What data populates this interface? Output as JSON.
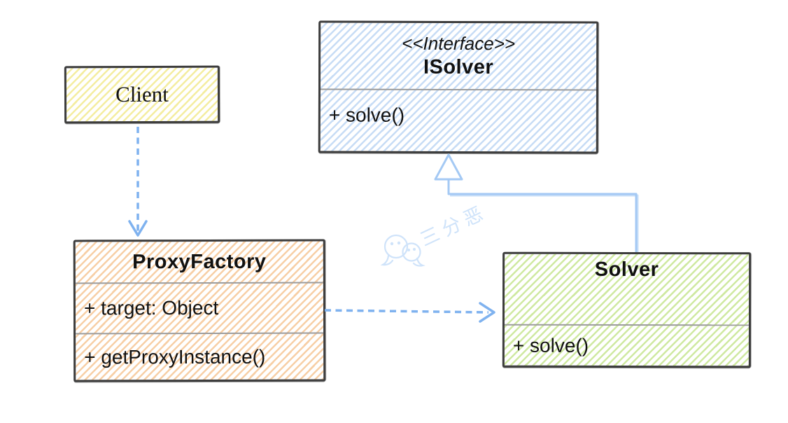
{
  "classes": {
    "client": {
      "name": "Client"
    },
    "isolver": {
      "stereotype": "<<Interface>>",
      "name": "ISolver",
      "methods": [
        "+ solve()"
      ]
    },
    "proxy_factory": {
      "name": "ProxyFactory",
      "attributes": [
        "+ target: Object"
      ],
      "methods": [
        "+ getProxyInstance()"
      ]
    },
    "solver": {
      "name": "Solver",
      "methods": [
        "+ solve()"
      ]
    }
  },
  "relationships": [
    {
      "from": "Client",
      "to": "ProxyFactory",
      "type": "dependency",
      "style": "dashed-open-arrow"
    },
    {
      "from": "ProxyFactory",
      "to": "Solver",
      "type": "dependency",
      "style": "dashed-open-arrow"
    },
    {
      "from": "Solver",
      "to": "ISolver",
      "type": "realization",
      "style": "solid-hollow-triangle"
    }
  ],
  "watermark": {
    "text": "三分恶",
    "icon": "wechat-chat-bubbles-icon"
  },
  "colors": {
    "client_hatch": "#f4eda0",
    "isolver_hatch": "#c7dcf5",
    "proxy_hatch": "#f7cfa6",
    "solver_hatch": "#cfe9a1",
    "border": "#3d3d3d",
    "arrow_blue": "#7fb2ef",
    "realization_blue": "#a4c9f4",
    "watermark_blue": "#cfe3fa"
  }
}
